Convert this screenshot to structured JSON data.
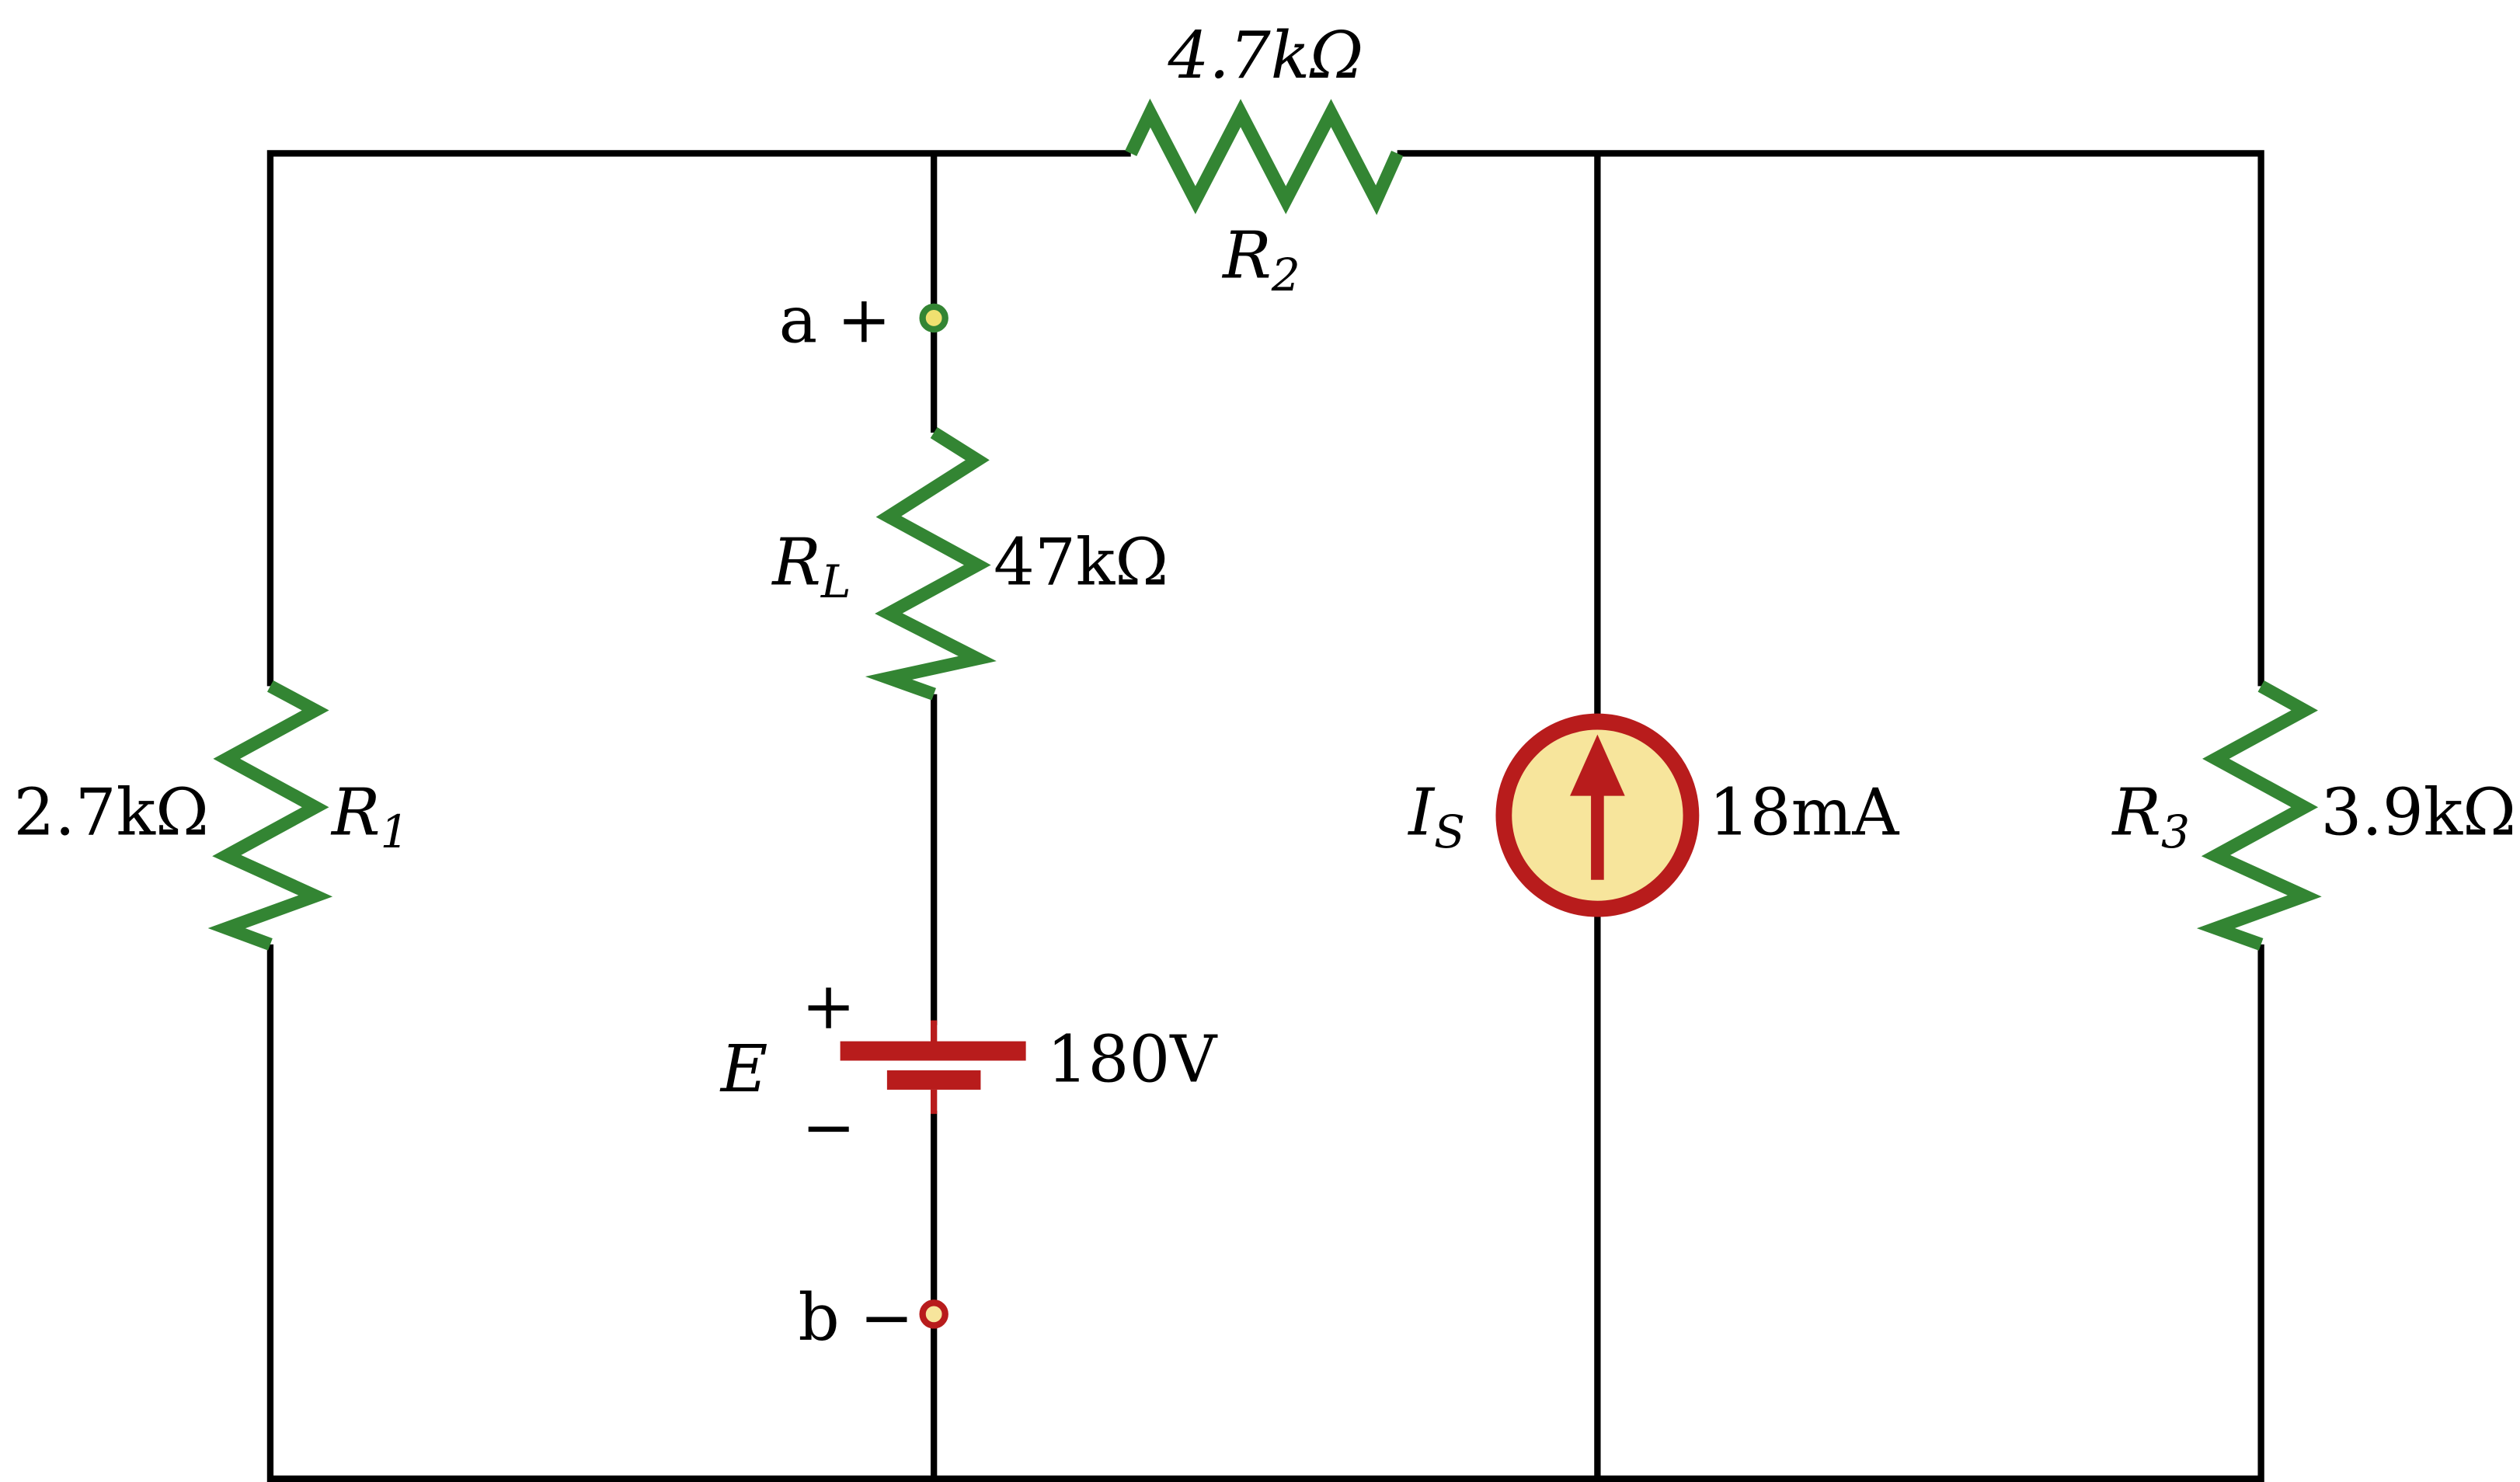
{
  "colors": {
    "wire": "#000000",
    "resistor": "#338533",
    "source": "#b81c1c",
    "source_fill": "#f7e59c"
  },
  "components": {
    "R1": {
      "name": "R",
      "sub": "1",
      "value": "2.7kΩ"
    },
    "R2": {
      "name": "R",
      "sub": "2",
      "value": "4.7kΩ"
    },
    "R3": {
      "name": "R",
      "sub": "3",
      "value": "3.9kΩ"
    },
    "RL": {
      "name": "R",
      "sub": "L",
      "value": "47kΩ"
    },
    "E": {
      "name": "E",
      "value": "180V",
      "plus": "+",
      "minus": "−"
    },
    "IS": {
      "name": "I",
      "sub": "S",
      "value": "18mA"
    }
  },
  "terminals": {
    "a": {
      "label": "a",
      "sign": "+"
    },
    "b": {
      "label": "b",
      "sign": "−"
    }
  }
}
